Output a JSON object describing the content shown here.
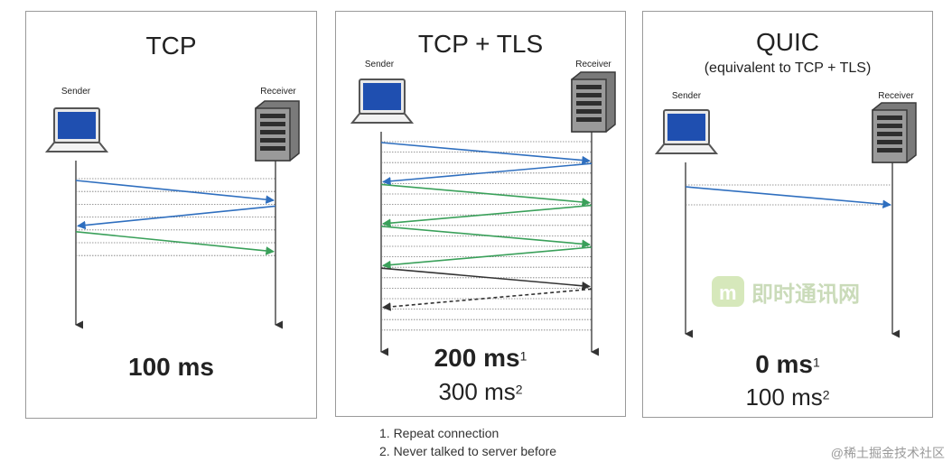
{
  "panels": [
    {
      "title": "TCP",
      "subtitle": "",
      "sender_label": "Sender",
      "receiver_label": "Receiver",
      "timing_main": "100 ms",
      "timing_main_sup": "",
      "timing_alt": "",
      "timing_alt_sup": "",
      "messages": [
        {
          "dir": "to-receiver",
          "color": "#2f6fbf"
        },
        {
          "dir": "to-sender",
          "color": "#2f6fbf"
        },
        {
          "dir": "to-receiver",
          "color": "#3aa05a"
        }
      ]
    },
    {
      "title": "TCP + TLS",
      "subtitle": "",
      "sender_label": "Sender",
      "receiver_label": "Receiver",
      "timing_main": "200 ms",
      "timing_main_sup": "1",
      "timing_alt": "300 ms",
      "timing_alt_sup": "2",
      "messages": [
        {
          "dir": "to-receiver",
          "color": "#2f6fbf"
        },
        {
          "dir": "to-sender",
          "color": "#2f6fbf"
        },
        {
          "dir": "to-receiver",
          "color": "#3aa05a"
        },
        {
          "dir": "to-sender",
          "color": "#3aa05a"
        },
        {
          "dir": "to-receiver",
          "color": "#3aa05a"
        },
        {
          "dir": "to-sender",
          "color": "#3aa05a"
        },
        {
          "dir": "to-receiver",
          "color": "#333333"
        },
        {
          "dir": "to-sender",
          "color": "#333333",
          "dashed": true
        }
      ]
    },
    {
      "title": "QUIC",
      "subtitle": "(equivalent to TCP + TLS)",
      "sender_label": "Sender",
      "receiver_label": "Receiver",
      "timing_main": "0 ms",
      "timing_main_sup": "1",
      "timing_alt": "100 ms",
      "timing_alt_sup": "2",
      "messages": [
        {
          "dir": "to-receiver",
          "color": "#2f6fbf"
        }
      ]
    }
  ],
  "footnotes": [
    "1. Repeat connection",
    "2. Never talked to server before"
  ],
  "watermark": "@稀土掘金技术社区",
  "logo_text": "即时通讯网",
  "colors": {
    "blue": "#2f6fbf",
    "green": "#3aa05a",
    "dark": "#333333",
    "panel_border": "#9a9a9a"
  }
}
